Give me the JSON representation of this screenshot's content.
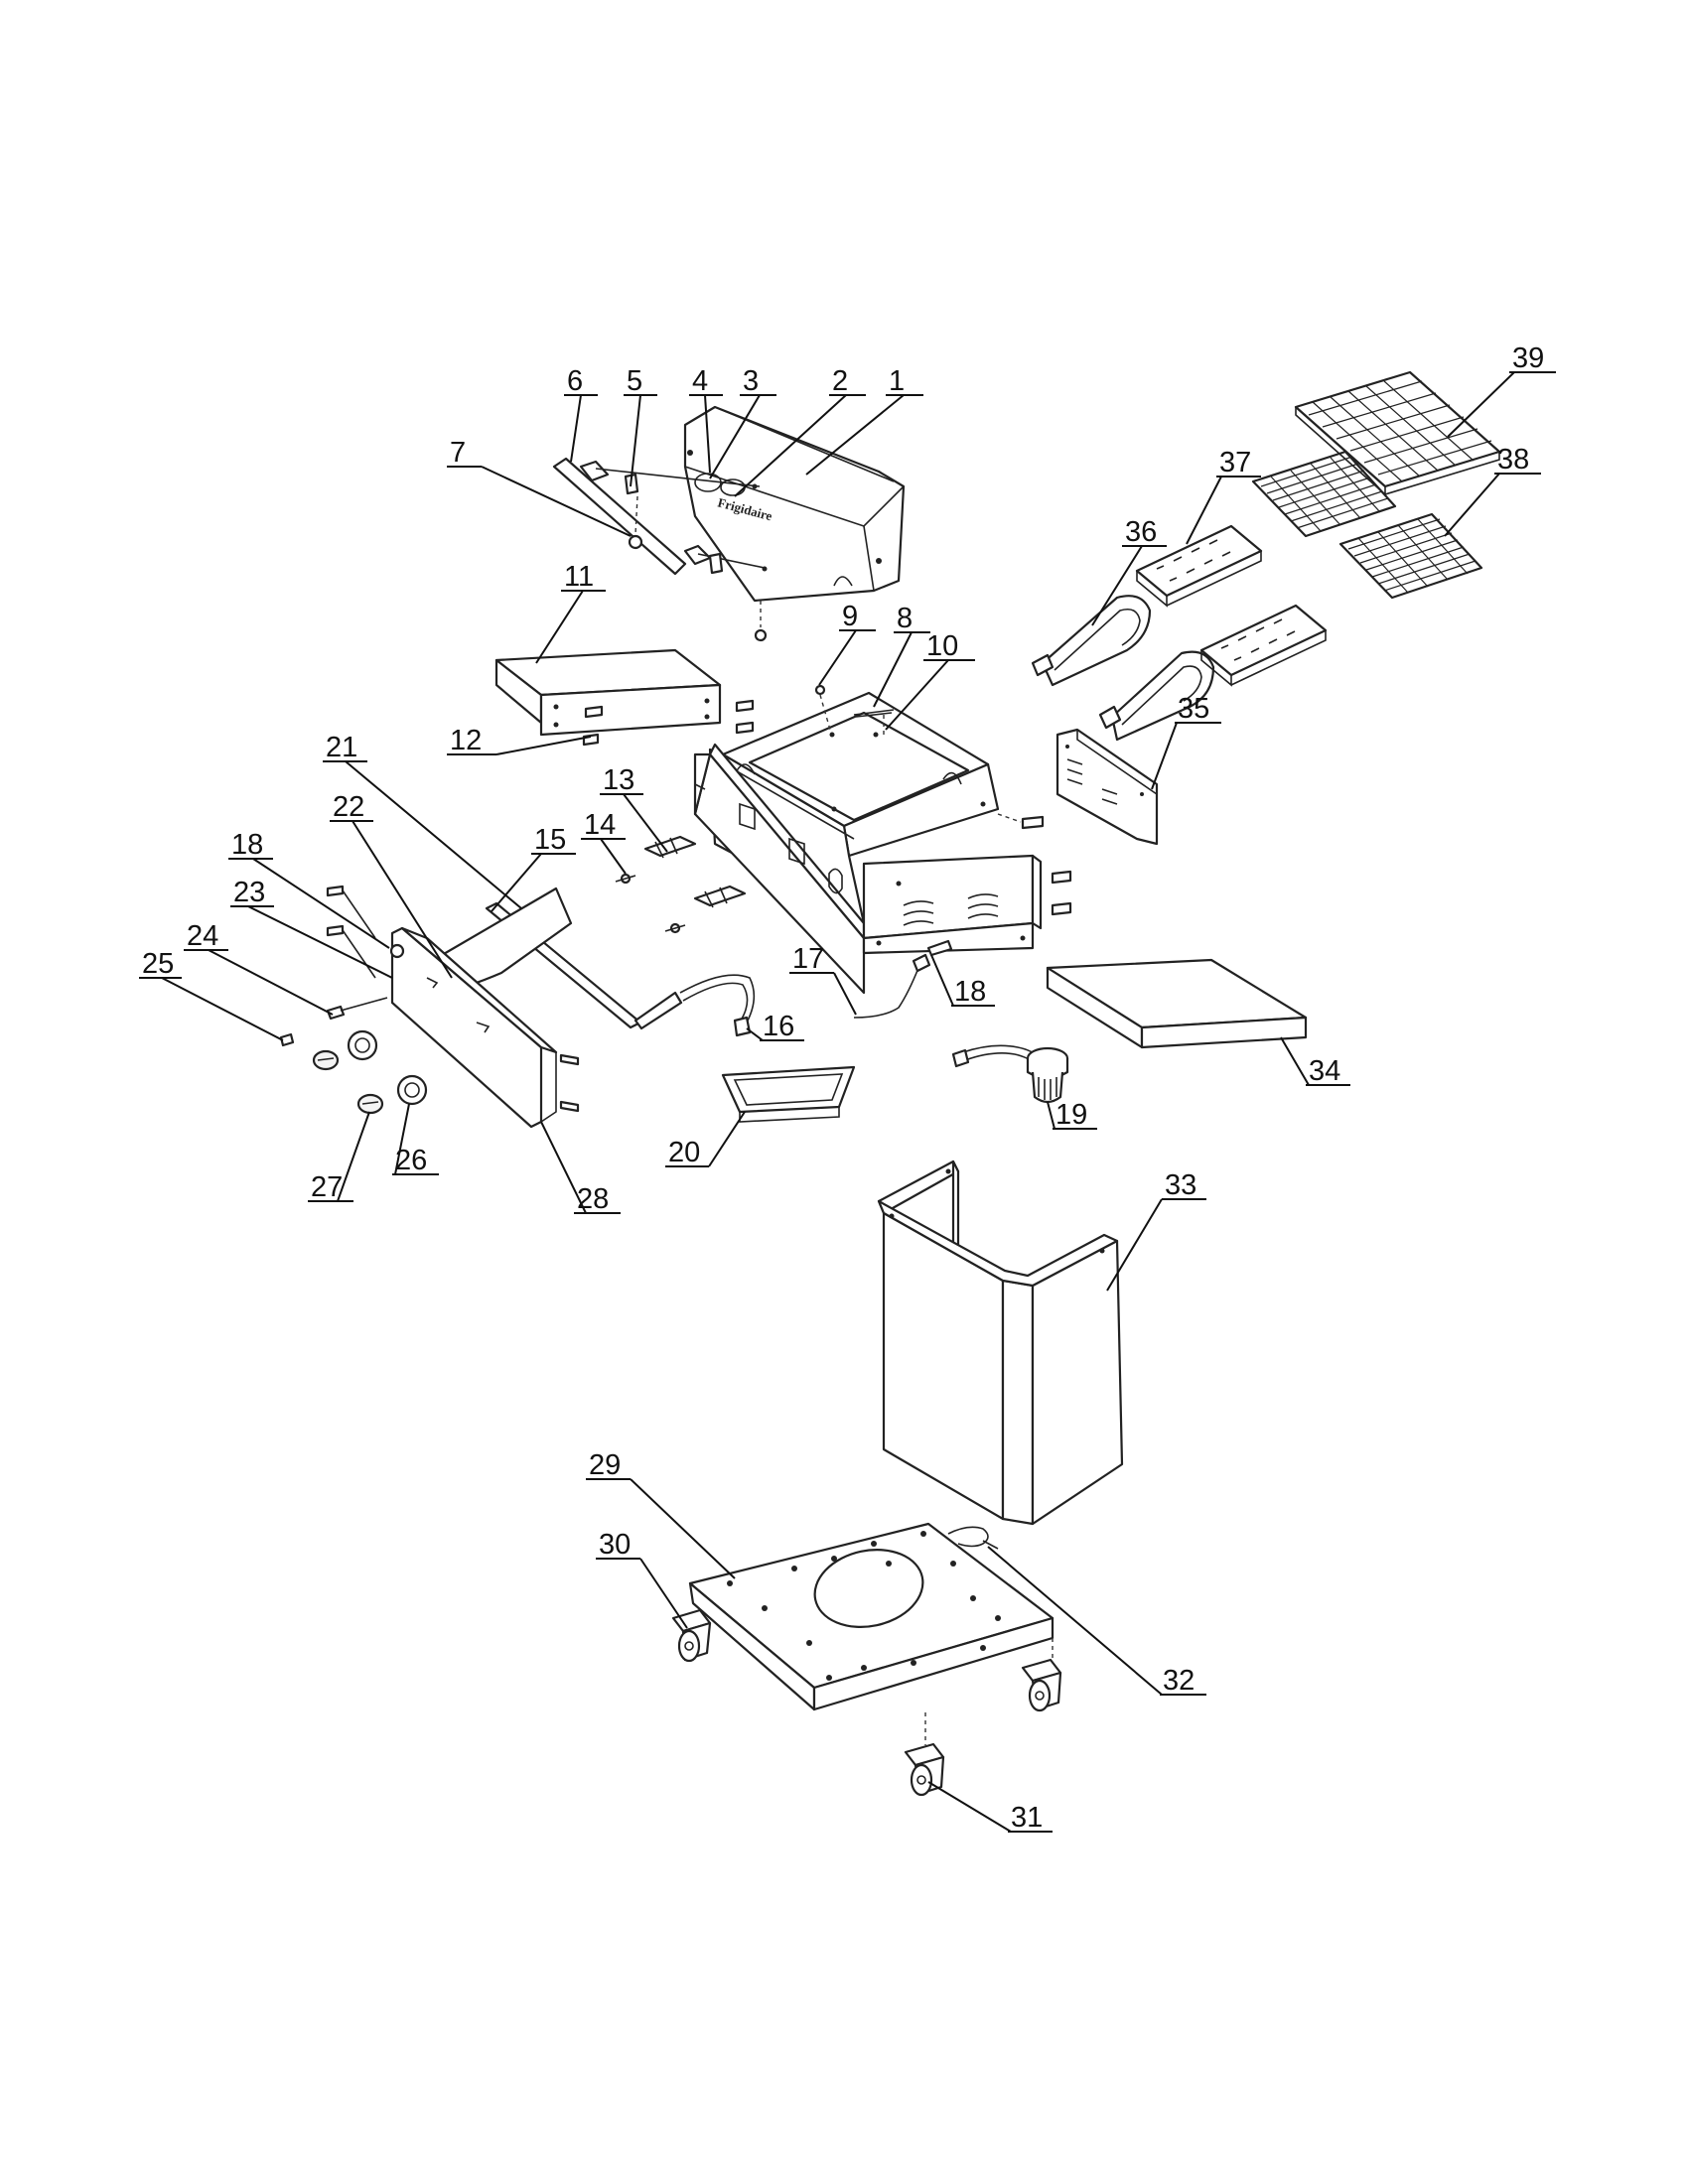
{
  "brand_text": "Frigidaire",
  "callouts": [
    {
      "id": "1",
      "text": "1"
    },
    {
      "id": "2",
      "text": "2"
    },
    {
      "id": "3",
      "text": "3"
    },
    {
      "id": "4",
      "text": "4"
    },
    {
      "id": "5",
      "text": "5"
    },
    {
      "id": "6",
      "text": "6"
    },
    {
      "id": "7",
      "text": "7"
    },
    {
      "id": "8",
      "text": "8"
    },
    {
      "id": "9",
      "text": "9"
    },
    {
      "id": "10",
      "text": "10"
    },
    {
      "id": "11",
      "text": "11"
    },
    {
      "id": "12",
      "text": "12"
    },
    {
      "id": "13",
      "text": "13"
    },
    {
      "id": "14",
      "text": "14"
    },
    {
      "id": "15",
      "text": "15"
    },
    {
      "id": "16",
      "text": "16"
    },
    {
      "id": "17",
      "text": "17"
    },
    {
      "id": "18a",
      "text": "18"
    },
    {
      "id": "18b",
      "text": "18"
    },
    {
      "id": "19",
      "text": "19"
    },
    {
      "id": "20",
      "text": "20"
    },
    {
      "id": "21",
      "text": "21"
    },
    {
      "id": "22",
      "text": "22"
    },
    {
      "id": "23",
      "text": "23"
    },
    {
      "id": "24",
      "text": "24"
    },
    {
      "id": "25",
      "text": "25"
    },
    {
      "id": "26",
      "text": "26"
    },
    {
      "id": "27",
      "text": "27"
    },
    {
      "id": "28",
      "text": "28"
    },
    {
      "id": "29",
      "text": "29"
    },
    {
      "id": "30",
      "text": "30"
    },
    {
      "id": "31",
      "text": "31"
    },
    {
      "id": "32",
      "text": "32"
    },
    {
      "id": "33",
      "text": "33"
    },
    {
      "id": "34",
      "text": "34"
    },
    {
      "id": "35",
      "text": "35"
    },
    {
      "id": "36",
      "text": "36"
    },
    {
      "id": "37",
      "text": "37"
    },
    {
      "id": "38",
      "text": "38"
    },
    {
      "id": "39",
      "text": "39"
    }
  ]
}
